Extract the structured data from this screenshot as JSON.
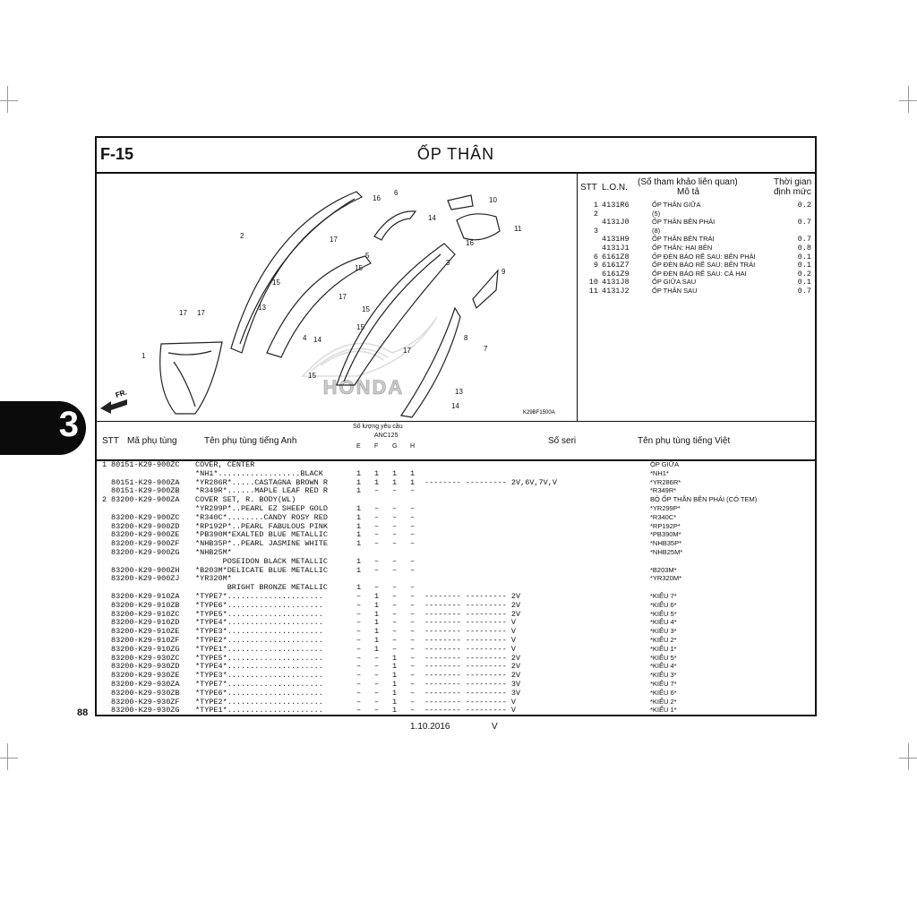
{
  "page": {
    "section": "F-15",
    "title": "ỐP THÂN",
    "page_number": "88",
    "chapter_tab": "3",
    "footer_date": "1.10.2016",
    "footer_mark": "V"
  },
  "diagram": {
    "fr_label": "FR.",
    "figure_code": "K29BF1500A",
    "brand_watermark": "HONDA",
    "callouts": [
      "1",
      "2",
      "3",
      "4",
      "5",
      "6",
      "7",
      "8",
      "9",
      "10",
      "11",
      "13",
      "13",
      "14",
      "14",
      "14",
      "15",
      "15",
      "15",
      "15",
      "15",
      "16",
      "16",
      "17",
      "17",
      "17",
      "17",
      "17"
    ]
  },
  "ref_table": {
    "h_stt": "STT",
    "h_lon": "L.O.N.",
    "h_ref1": "(Số tham khảo liên quan)",
    "h_ref2": "Mô tả",
    "h_time1": "Thời gian",
    "h_time2": "định mức",
    "rows": [
      {
        "stt": "1",
        "lon": "4131R6",
        "desc": "ỐP THÂN GIỮA",
        "time": "0.2"
      },
      {
        "stt": "2",
        "lon": "",
        "desc": "(5)",
        "time": ""
      },
      {
        "stt": "",
        "lon": "4131J0",
        "desc": "ỐP THÂN BÊN PHẢI",
        "time": "0.7"
      },
      {
        "stt": "3",
        "lon": "",
        "desc": "(8)",
        "time": ""
      },
      {
        "stt": "",
        "lon": "4131H9",
        "desc": "ỐP THÂN BÊN TRÁI",
        "time": "0.7"
      },
      {
        "stt": "",
        "lon": "4131J1",
        "desc": "ỐP THÂN: HAI BÊN",
        "time": "0.8"
      },
      {
        "stt": "6",
        "lon": "6161Z8",
        "desc": "ỐP ĐÈN BÁO RẼ SAU: BÊN PHẢI",
        "time": "0.1"
      },
      {
        "stt": "9",
        "lon": "6161Z7",
        "desc": "ỐP ĐÈN BÁO RẼ SAU: BÊN TRÁI",
        "time": "0.1"
      },
      {
        "stt": "",
        "lon": "6161Z9",
        "desc": "ỐP ĐÈN BÁO RẼ SAU: CẢ HAI",
        "time": "0.2"
      },
      {
        "stt": "10",
        "lon": "4131J8",
        "desc": "ỐP GIỮA SAU",
        "time": "0.1"
      },
      {
        "stt": "11",
        "lon": "4131J2",
        "desc": "ỐP THÂN SAU",
        "time": "0.7"
      }
    ]
  },
  "parts_table": {
    "h_stt": "STT",
    "h_part_no": "Mã phụ tùng",
    "h_name_en": "Tên phụ tùng tiếng Anh",
    "h_qty": "Số lượng yêu cầu",
    "h_model": "ANC125",
    "h_cols": [
      "E",
      "F",
      "G",
      "H"
    ],
    "h_serial": "Số seri",
    "h_name_vi": "Tên phụ tùng tiếng Việt",
    "rows": [
      {
        "stt": "1",
        "part": "80151-K29-900ZC",
        "en": "COVER, CENTER",
        "e": "",
        "f": "",
        "g": "",
        "h": "",
        "serial": "",
        "vi": "ỐP GIỮA"
      },
      {
        "stt": "",
        "part": "",
        "en": "*NH1*..................BLACK",
        "e": "1",
        "f": "1",
        "g": "1",
        "h": "1",
        "serial": "",
        "vi": "*NH1*"
      },
      {
        "stt": "",
        "part": "80151-K29-900ZA",
        "en": "*YR286R*.....CASTAGNA BROWN R",
        "e": "1",
        "f": "1",
        "g": "1",
        "h": "1",
        "serial": "-------- --------- 2V,6V,7V,V",
        "vi": "*YR286R*"
      },
      {
        "stt": "",
        "part": "80151-K29-900ZB",
        "en": "*R349R*......MAPLE LEAF RED R",
        "e": "1",
        "f": "–",
        "g": "–",
        "h": "–",
        "serial": "",
        "vi": "*R349R*"
      },
      {
        "stt": "2",
        "part": "83200-K29-900ZA",
        "en": "COVER SET, R. BODY(WL)",
        "e": "",
        "f": "",
        "g": "",
        "h": "",
        "serial": "",
        "vi": "BỘ ỐP THÂN BÊN PHẢI (CÓ TEM)"
      },
      {
        "stt": "",
        "part": "",
        "en": "*YR299P*..PEARL EZ SHEEP GOLD",
        "e": "1",
        "f": "–",
        "g": "–",
        "h": "–",
        "serial": "",
        "vi": "*YR299P*"
      },
      {
        "stt": "",
        "part": "83200-K29-900ZC",
        "en": "*R340C*........CANDY ROSY RED",
        "e": "1",
        "f": "–",
        "g": "–",
        "h": "–",
        "serial": "",
        "vi": "*R340C*"
      },
      {
        "stt": "",
        "part": "83200-K29-900ZD",
        "en": "*RP192P*..PEARL FABULOUS PINK",
        "e": "1",
        "f": "–",
        "g": "–",
        "h": "–",
        "serial": "",
        "vi": "*RP192P*"
      },
      {
        "stt": "",
        "part": "83200-K29-900ZE",
        "en": "*PB390M*EXALTED BLUE METALLIC",
        "e": "1",
        "f": "–",
        "g": "–",
        "h": "–",
        "serial": "",
        "vi": "*PB390M*"
      },
      {
        "stt": "",
        "part": "83200-K29-900ZF",
        "en": "*NHB35P*..PEARL JASMINE WHITE",
        "e": "1",
        "f": "–",
        "g": "–",
        "h": "–",
        "serial": "",
        "vi": "*NHB35P*"
      },
      {
        "stt": "",
        "part": "83200-K29-900ZG",
        "en": "*NHB25M*",
        "e": "",
        "f": "",
        "g": "",
        "h": "",
        "serial": "",
        "vi": "*NHB25M*"
      },
      {
        "stt": "",
        "part": "",
        "en": "      POSEIDON BLACK METALLIC",
        "e": "1",
        "f": "–",
        "g": "–",
        "h": "–",
        "serial": "",
        "vi": ""
      },
      {
        "stt": "",
        "part": "83200-K29-900ZH",
        "en": "*B203M*DELICATE BLUE METALLIC",
        "e": "1",
        "f": "–",
        "g": "–",
        "h": "–",
        "serial": "",
        "vi": "*B203M*"
      },
      {
        "stt": "",
        "part": "83200-K29-900ZJ",
        "en": "*YR320M*",
        "e": "",
        "f": "",
        "g": "",
        "h": "",
        "serial": "",
        "vi": "*YR320M*"
      },
      {
        "stt": "",
        "part": "",
        "en": "       BRIGHT BRONZE METALLIC",
        "e": "1",
        "f": "–",
        "g": "–",
        "h": "–",
        "serial": "",
        "vi": ""
      },
      {
        "stt": "",
        "part": "83200-K29-910ZA",
        "en": "*TYPE7*.....................",
        "e": "–",
        "f": "1",
        "g": "–",
        "h": "–",
        "serial": "-------- --------- 2V",
        "vi": "*KIỂU 7*"
      },
      {
        "stt": "",
        "part": "83200-K29-910ZB",
        "en": "*TYPE6*.....................",
        "e": "–",
        "f": "1",
        "g": "–",
        "h": "–",
        "serial": "-------- --------- 2V",
        "vi": "*KIỂU 6*"
      },
      {
        "stt": "",
        "part": "83200-K29-910ZC",
        "en": "*TYPE5*.....................",
        "e": "–",
        "f": "1",
        "g": "–",
        "h": "–",
        "serial": "-------- --------- 2V",
        "vi": "*KIỂU 5*"
      },
      {
        "stt": "",
        "part": "83200-K29-910ZD",
        "en": "*TYPE4*.....................",
        "e": "–",
        "f": "1",
        "g": "–",
        "h": "–",
        "serial": "-------- --------- V",
        "vi": "*KIỂU 4*"
      },
      {
        "stt": "",
        "part": "83200-K29-910ZE",
        "en": "*TYPE3*.....................",
        "e": "–",
        "f": "1",
        "g": "–",
        "h": "–",
        "serial": "-------- --------- V",
        "vi": "*KIỂU 3*"
      },
      {
        "stt": "",
        "part": "83200-K29-910ZF",
        "en": "*TYPE2*.....................",
        "e": "–",
        "f": "1",
        "g": "–",
        "h": "–",
        "serial": "-------- --------- V",
        "vi": "*KIỂU 2*"
      },
      {
        "stt": "",
        "part": "83200-K29-910ZG",
        "en": "*TYPE1*.....................",
        "e": "–",
        "f": "1",
        "g": "–",
        "h": "–",
        "serial": "-------- --------- V",
        "vi": "*KIỂU 1*"
      },
      {
        "stt": "",
        "part": "83200-K29-930ZC",
        "en": "*TYPE5*.....................",
        "e": "–",
        "f": "–",
        "g": "1",
        "h": "–",
        "serial": "-------- --------- 2V",
        "vi": "*KIỂU 5*"
      },
      {
        "stt": "",
        "part": "83200-K29-930ZD",
        "en": "*TYPE4*.....................",
        "e": "–",
        "f": "–",
        "g": "1",
        "h": "–",
        "serial": "-------- --------- 2V",
        "vi": "*KIỂU 4*"
      },
      {
        "stt": "",
        "part": "83200-K29-930ZE",
        "en": "*TYPE3*.....................",
        "e": "–",
        "f": "–",
        "g": "1",
        "h": "–",
        "serial": "-------- --------- 2V",
        "vi": "*KIỂU 3*"
      },
      {
        "stt": "",
        "part": "83200-K29-930ZA",
        "en": "*TYPE7*.....................",
        "e": "–",
        "f": "–",
        "g": "1",
        "h": "–",
        "serial": "-------- --------- 3V",
        "vi": "*KIỂU 7*"
      },
      {
        "stt": "",
        "part": "83200-K29-930ZB",
        "en": "*TYPE6*.....................",
        "e": "–",
        "f": "–",
        "g": "1",
        "h": "–",
        "serial": "-------- --------- 3V",
        "vi": "*KIỂU 6*"
      },
      {
        "stt": "",
        "part": "83200-K29-930ZF",
        "en": "*TYPE2*.....................",
        "e": "–",
        "f": "–",
        "g": "1",
        "h": "–",
        "serial": "-------- --------- V",
        "vi": "*KIỂU 2*"
      },
      {
        "stt": "",
        "part": "83200-K29-930ZG",
        "en": "*TYPE1*.....................",
        "e": "–",
        "f": "–",
        "g": "1",
        "h": "–",
        "serial": "-------- --------- V",
        "vi": "*KIỂU 1*"
      }
    ]
  }
}
